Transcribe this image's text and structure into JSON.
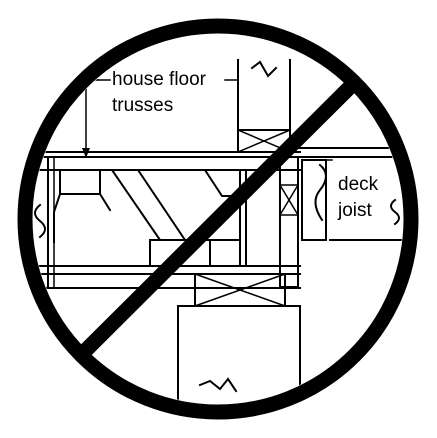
{
  "labels": {
    "house_floor_line1": "house floor",
    "house_floor_line2": "trusses",
    "deck_line1": "deck",
    "deck_line2": "joist"
  },
  "colors": {
    "ink": "#000000",
    "background": "#ffffff"
  },
  "symbol": "prohibited-sign"
}
